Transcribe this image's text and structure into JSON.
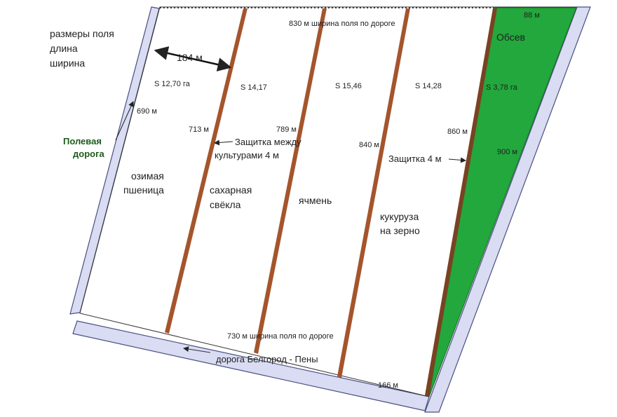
{
  "legend": {
    "line1": "размеры поля",
    "line2": "длина",
    "line3": "ширина"
  },
  "road": {
    "field_road_line1": "Полевая",
    "field_road_line2": "дорога",
    "main_road": "дорога Белгород - Пены"
  },
  "widths": {
    "top": "830 м ширина поля по дороге",
    "bottom": "730 м ширина поля по дороге",
    "strip": "184 м",
    "bottom_right": "166 м",
    "top_right": "88 м"
  },
  "lengths": {
    "l1": "690 м",
    "l2": "713 м",
    "l3": "789 м",
    "l4": "840 м",
    "l5": "860 м",
    "l6": "900 м"
  },
  "areas": {
    "a1": "S 12,70 га",
    "a2": "S 14,17",
    "a3": "S 15,46",
    "a4": "S 14,28",
    "a5": "S 3,78 га"
  },
  "crops": {
    "c1_line1": "озимая",
    "c1_line2": "пшеница",
    "c2_line1": "сахарная",
    "c2_line2": "свёкла",
    "c3": "ячмень",
    "c4_line1": "кукуруза",
    "c4_line2": "на зерно",
    "c5": "Обсев"
  },
  "protection": {
    "between_line1": "Защитка между",
    "between_line2": "культурами 4 м",
    "right": "Защитка 4 м"
  },
  "colors": {
    "road_fill": "#d9dcf2",
    "road_stroke": "#4a4f80",
    "strip_fill": "#a4552c",
    "green_field": "#22a83c"
  }
}
